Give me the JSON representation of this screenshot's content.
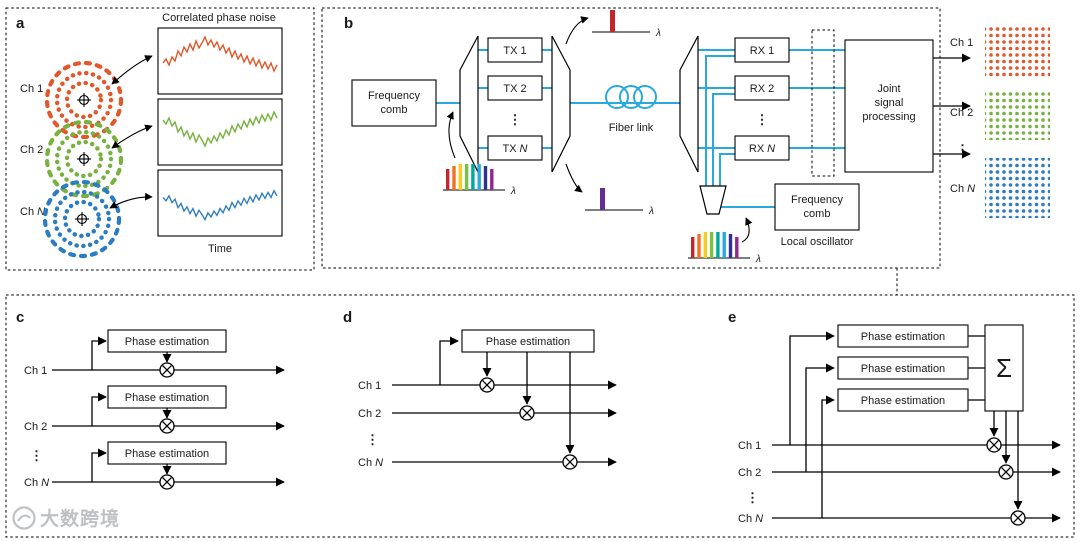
{
  "watermark": {
    "text": "大数跨境"
  },
  "colors": {
    "ch1": "#e2572b",
    "ch2": "#77b13f",
    "chN": "#2b7cc0",
    "link": "#2aa8e0",
    "red_peak": "#c1272d",
    "purple_peak": "#662d91",
    "comb": [
      "#c1272d",
      "#f37021",
      "#f8cc1b",
      "#7ac143",
      "#00a99d",
      "#27aae1",
      "#2e3192",
      "#92278f"
    ]
  },
  "panel_a": {
    "label": "a",
    "title": "Correlated phase noise",
    "time_label": "Time",
    "ch1": "Ch 1",
    "ch2": "Ch 2",
    "chN_pre": "Ch",
    "chN_var": "N"
  },
  "panel_b": {
    "label": "b",
    "tx_comb": [
      "Frequency",
      "comb"
    ],
    "tx1": "TX 1",
    "tx2": "TX 2",
    "txN_pre": "TX",
    "txN_var": "N",
    "rx1": "RX 1",
    "rx2": "RX 2",
    "rxN_pre": "RX",
    "rxN_var": "N",
    "vdots": "⋮",
    "fiber_link": "Fiber link",
    "joint": [
      "Joint",
      "signal",
      "processing"
    ],
    "lo_comb": [
      "Frequency",
      "comb"
    ],
    "local_oscillator": "Local oscillator",
    "lambda": "λ",
    "out_ch1": "Ch 1",
    "out_ch2": "Ch 2",
    "out_chN_pre": "Ch",
    "out_chN_var": "N"
  },
  "panel_c": {
    "label": "c",
    "box": "Phase estimation",
    "ch1": "Ch 1",
    "ch2": "Ch 2",
    "vdots": "⋮",
    "chN_pre": "Ch",
    "chN_var": "N"
  },
  "panel_d": {
    "label": "d",
    "box": "Phase estimation",
    "ch1": "Ch 1",
    "ch2": "Ch 2",
    "vdots": "⋮",
    "chN_pre": "Ch",
    "chN_var": "N"
  },
  "panel_e": {
    "label": "e",
    "box": "Phase estimation",
    "sum": "Σ",
    "ch1": "Ch 1",
    "ch2": "Ch 2",
    "vdots": "⋮",
    "chN_pre": "Ch",
    "chN_var": "N"
  }
}
